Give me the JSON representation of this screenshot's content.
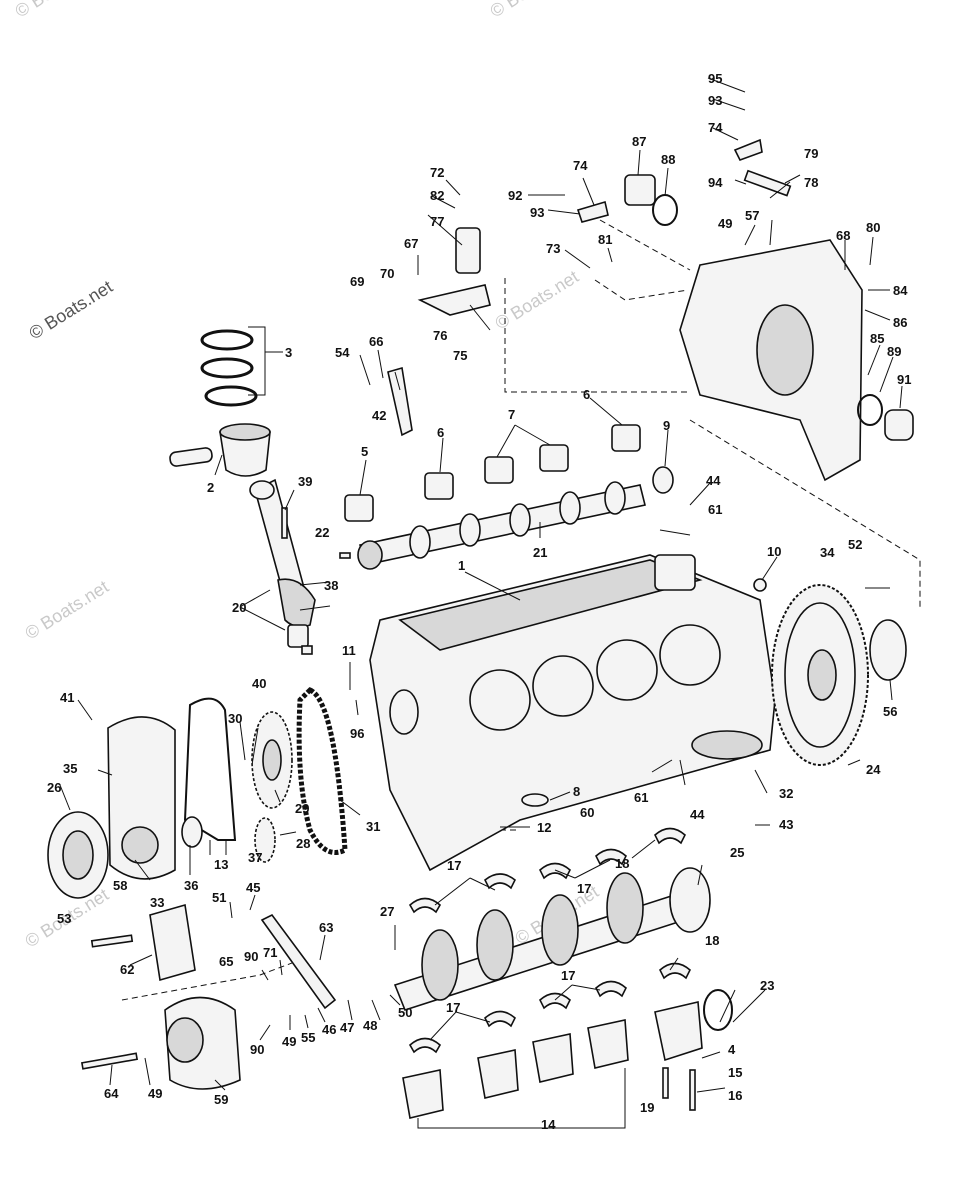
{
  "watermarks": {
    "main": "© Boats.net",
    "faint": "© Boats.net"
  },
  "callouts": {
    "c1": "1",
    "c2": "2",
    "c3": "3",
    "c4": "4",
    "c5": "5",
    "c6a": "6",
    "c6b": "6",
    "c7": "7",
    "c8": "8",
    "c9": "9",
    "c10": "10",
    "c11": "11",
    "c12": "12",
    "c13": "13",
    "c14": "14",
    "c15": "15",
    "c16": "16",
    "c17a": "17",
    "c17b": "17",
    "c17c": "17",
    "c17d": "17",
    "c18a": "18",
    "c18b": "18",
    "c19": "19",
    "c20": "20",
    "c21": "21",
    "c22": "22",
    "c23": "23",
    "c24": "24",
    "c25": "25",
    "c26": "26",
    "c27": "27",
    "c28": "28",
    "c29": "29",
    "c30": "30",
    "c31": "31",
    "c32": "32",
    "c33": "33",
    "c34": "34",
    "c35": "35",
    "c36": "36",
    "c37": "37",
    "c38": "38",
    "c39": "39",
    "c40": "40",
    "c41": "41",
    "c42": "42",
    "c43": "43",
    "c44a": "44",
    "c44b": "44",
    "c45": "45",
    "c46": "46",
    "c47": "47",
    "c48": "48",
    "c49a": "49",
    "c49b": "49",
    "c49c": "49",
    "c50": "50",
    "c51": "51",
    "c52": "52",
    "c53": "53",
    "c54": "54",
    "c55": "55",
    "c56": "56",
    "c57": "57",
    "c58": "58",
    "c59": "59",
    "c60": "60",
    "c61a": "61",
    "c61b": "61",
    "c62": "62",
    "c63": "63",
    "c64": "64",
    "c65": "65",
    "c66": "66",
    "c67": "67",
    "c68": "68",
    "c69": "69",
    "c70": "70",
    "c71": "71",
    "c72": "72",
    "c73": "73",
    "c74a": "74",
    "c74b": "74",
    "c75": "75",
    "c76": "76",
    "c77": "77",
    "c78": "78",
    "c79": "79",
    "c80": "80",
    "c81": "81",
    "c82": "82",
    "c84": "84",
    "c85": "85",
    "c86": "86",
    "c87": "87",
    "c88": "88",
    "c89": "89",
    "c90a": "90",
    "c90b": "90",
    "c91": "91",
    "c92": "92",
    "c93a": "93",
    "c93b": "93",
    "c94": "94",
    "c95": "95",
    "c96": "96"
  }
}
